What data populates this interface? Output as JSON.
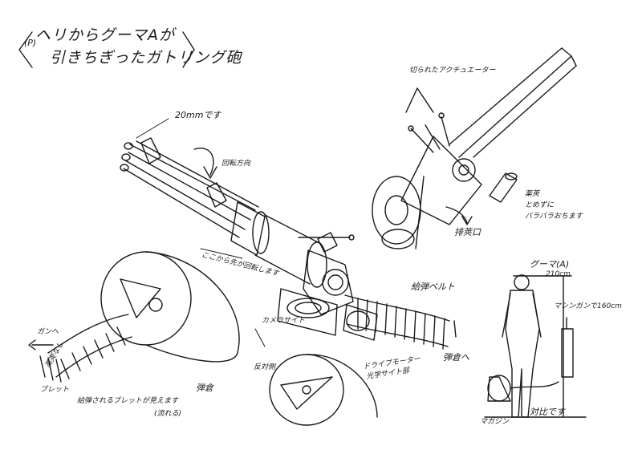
{
  "title": {
    "prefix": "(P)",
    "line1": "ヘリからグーマAが",
    "line2": "引きちぎったガトリング砲"
  },
  "labels": {
    "caliber": "20mmです",
    "rotation": "回転方向",
    "actuators": "切られたアクチュエーター",
    "ejection": "排莢口",
    "shell": "薬莢",
    "shell_note_1": "とめずに",
    "shell_note_2": "バラバラおちます",
    "break_line": "ここから先が回転します",
    "camera_sight": "カメラサイト",
    "feed_belt": "給弾ベルト",
    "to_gun": "ガンへ",
    "bullet": "ブレット",
    "casing": "薬莢なし",
    "magazine": "弾倉",
    "fed_bullets_1": "給弾されるブレットが見えます",
    "fed_bullets_2": "(流れる)",
    "reverse_side": "反対側",
    "drive_motor_1": "ドライブモーター",
    "drive_motor_2": "光学サイト部",
    "to_magazine": "弾倉へ",
    "guma_name": "グーマ(A)",
    "guma_height": "210cm",
    "gatling_length": "マシンガンで160cm",
    "magazine_small": "マガジン",
    "comparison": "対比です"
  },
  "colors": {
    "ink": "#1a1a1a",
    "paper": "#ffffff"
  }
}
